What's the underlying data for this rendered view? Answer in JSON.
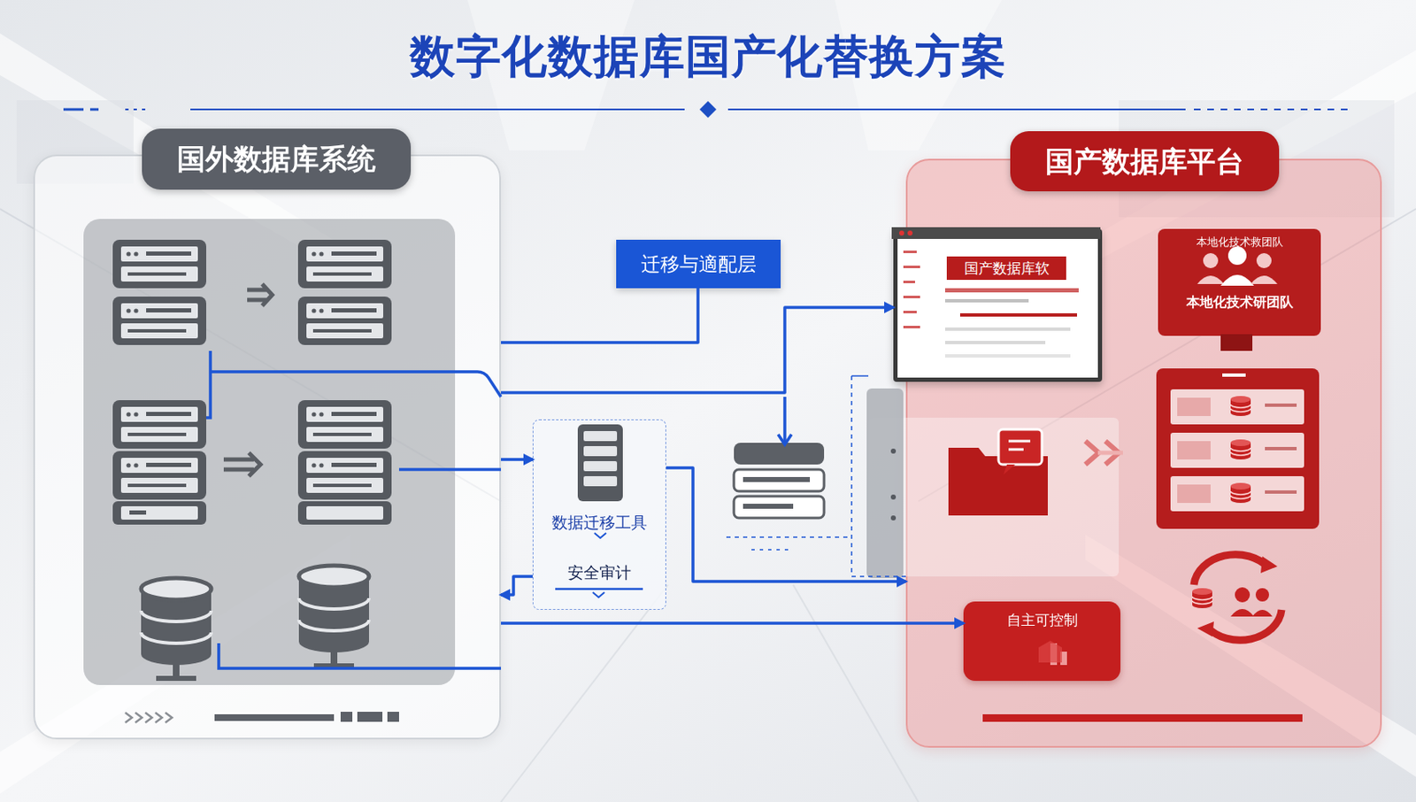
{
  "diagram": {
    "title": "数字化数据库国产化替换方案",
    "nodes": [
      {
        "text": [
          "国外数据库系统"
        ]
      },
      {
        "text": [
          "迁移与適配层"
        ]
      },
      {
        "text": [
          "数据迁移工具",
          "安全审计"
        ]
      },
      {
        "text": [
          "国产数据库平台"
        ]
      },
      {
        "text": [
          "国产数据库软"
        ],
        "in": 3
      },
      {
        "text": [
          "本地化技术救团队",
          "本地化技术研团队"
        ],
        "in": 3
      },
      {
        "text": [
          "自主可控制"
        ],
        "in": 3
      }
    ],
    "edges": [
      {
        "from": 0,
        "to": 2,
        "arrow": "to"
      },
      {
        "from": 2,
        "to": 0,
        "arrow": "to"
      },
      {
        "from": 0,
        "to": 4,
        "arrow": "to"
      },
      {
        "from": 0,
        "to": 6,
        "arrow": "to"
      },
      {
        "from": 1,
        "to": 0,
        "arrow": "none"
      },
      {
        "from": 2,
        "to": 3,
        "arrow": "to"
      }
    ]
  }
}
